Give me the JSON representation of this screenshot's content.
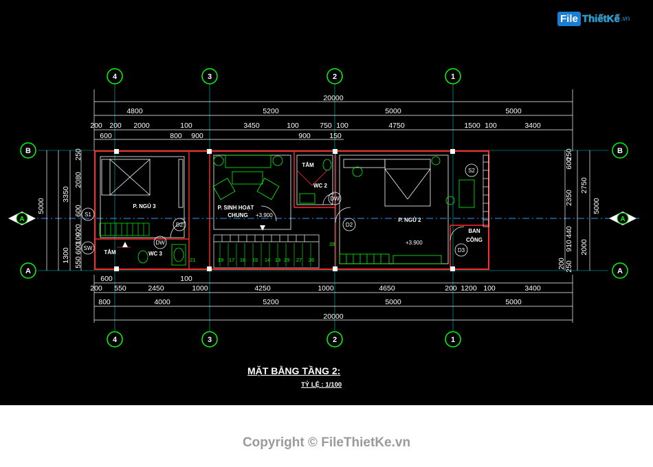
{
  "logo": {
    "part1": "File",
    "part2": "ThiếtKế",
    "part3": ".vn"
  },
  "drawing": {
    "title": "MẶT BẰNG TẦNG 2:",
    "scale": "TỶ LỆ : 1/100"
  },
  "grid_axes": {
    "vertical": [
      "4",
      "3",
      "2",
      "1"
    ],
    "horizontal": [
      "B",
      "A",
      "A"
    ]
  },
  "rooms": {
    "bedroom3": "P. NGỦ 3",
    "living_1": "P. SINH HOẠT",
    "living_2": "CHUNG",
    "bath_top": "TẮM",
    "wc2": "WC 2",
    "bedroom2": "P. NGỦ 2",
    "balcony_1": "BAN",
    "balcony_2": "CÔNG",
    "bath_bottom": "TẮM",
    "wc3": "WC 3"
  },
  "tags": {
    "s1": "S1",
    "sw": "SW",
    "s2": "S2",
    "d2a": "D2",
    "d2b": "D2",
    "d3": "D3",
    "dw1": "DW",
    "dw2": "DW",
    "lvl1": "+3.900",
    "lvl2": "+3.900"
  },
  "stair_numbers": [
    "19",
    "17",
    "16",
    "15",
    "14",
    "13",
    "29",
    "27",
    "26"
  ],
  "stair_extra": [
    "21",
    "28"
  ],
  "dims": {
    "top_total": "20000",
    "top_major": [
      "4800",
      "5200",
      "5000",
      "5000"
    ],
    "top_minor": [
      "200",
      "200",
      "2000",
      "100",
      "3450",
      "100",
      "750",
      "100",
      "4750",
      "1500",
      "100",
      "3400"
    ],
    "top_third": [
      "600",
      "800",
      "900",
      "900",
      "150"
    ],
    "bottom_row1": [
      "600",
      "100"
    ],
    "bottom_row2": [
      "200",
      "550",
      "2450",
      "1000",
      "4250",
      "1000",
      "4650",
      "200",
      "1200",
      "100",
      "3400"
    ],
    "bottom_major": [
      "800",
      "4000",
      "5200",
      "5000",
      "5000"
    ],
    "bottom_total": "20000",
    "left_inner": [
      "250",
      "2080",
      "600",
      "920",
      "100",
      "600",
      "550"
    ],
    "left_mid": [
      "3350",
      "1300"
    ],
    "left_outer": "5000",
    "right_inner": [
      "250",
      "600",
      "2350",
      "440",
      "910",
      "250"
    ],
    "right_mid": [
      "2750",
      "2000"
    ],
    "right_outer": "5000",
    "right_extra": [
      "200"
    ]
  }
}
